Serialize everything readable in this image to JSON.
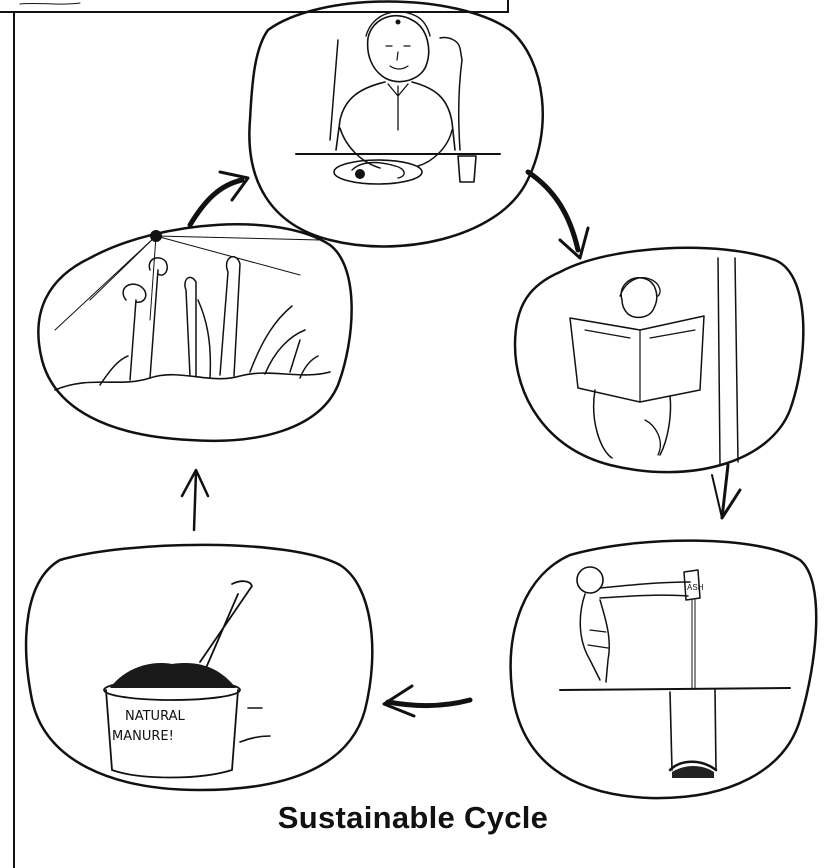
{
  "caption": "Sustainable Cycle",
  "manure_label_line1": "NATURAL",
  "manure_label_line2": "MANURE!",
  "bag_label": "ASH",
  "colors": {
    "ink": "#111111",
    "background": "#ffffff"
  },
  "scenes": [
    "person-eating",
    "person-on-toilet",
    "person-pouring-ash",
    "natural-manure-bucket",
    "plants-garden"
  ]
}
